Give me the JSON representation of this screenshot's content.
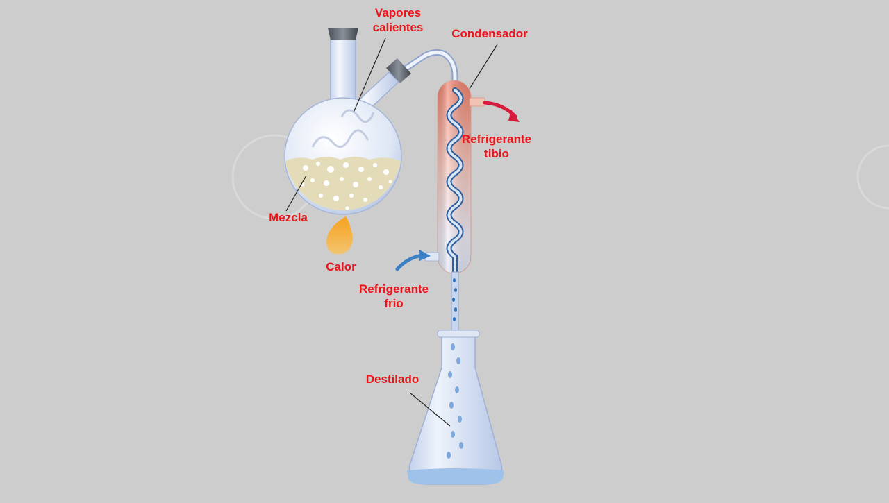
{
  "labels": {
    "vapores_l1": "Vapores",
    "vapores_l2": "calientes",
    "condensador": "Condensador",
    "refrig_tibio_l1": "Refrigerante",
    "refrig_tibio_l2": "tibio",
    "mezcla": "Mezcla",
    "calor": "Calor",
    "refrig_frio_l1": "Refrigerante",
    "refrig_frio_l2": "frio",
    "destilado": "Destilado"
  },
  "colors": {
    "background": "#cdcdcd",
    "label_red": "#e8151b",
    "condenser_warm": "#f08a70",
    "coolant_blue": "#3b7fc4",
    "warm_arrow": "#d81b3c",
    "mixture": "#e4dcb8",
    "distillate": "#9ec2ea"
  },
  "icons": {
    "heat": "flame-icon"
  }
}
